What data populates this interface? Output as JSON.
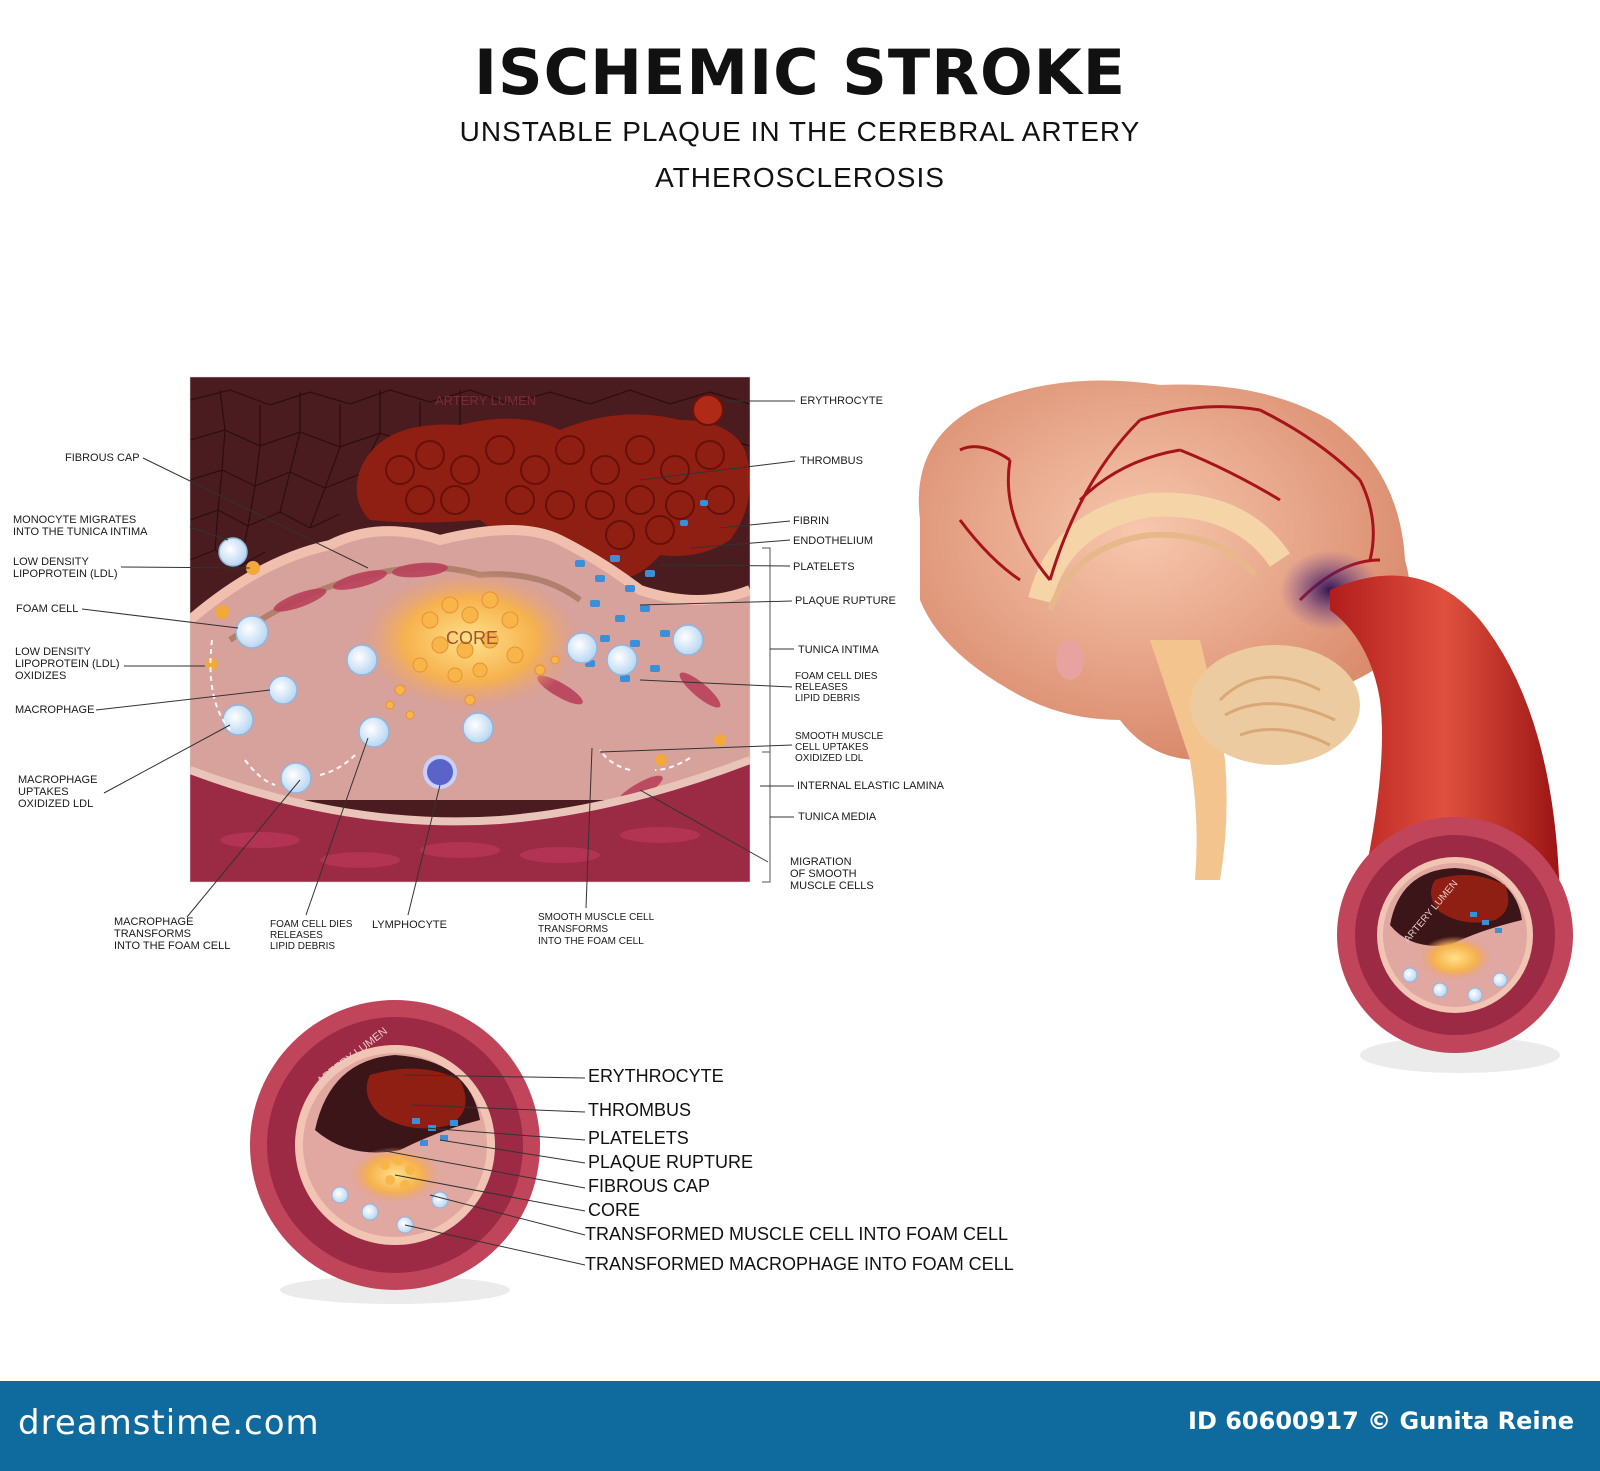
{
  "header": {
    "title": "ISCHEMIC STROKE",
    "subtitle_1": "UNSTABLE PLAQUE IN THE CEREBRAL ARTERY",
    "subtitle_2": "ATHEROSCLEROSIS"
  },
  "main_diagram": {
    "artery_lumen": "ARTERY LUMEN",
    "core": "CORE",
    "left_labels": [
      "FIBROUS CAP",
      "MONOCYTE MIGRATES\nINTO THE TUNICA INTIMA",
      "LOW DENSITY\nLIPOPROTEIN (LDL)",
      "FOAM CELL",
      "LOW DENSITY\nLIPOPROTEIN (LDL)\nOXIDIZES",
      "MACROPHAGE",
      "MACROPHAGE\nUPTAKES\nOXIDIZED LDL"
    ],
    "right_labels": [
      "ERYTHROCYTE",
      "THROMBUS",
      "FIBRIN",
      "ENDOTHELIUM",
      "PLATELETS",
      "PLAQUE RUPTURE",
      "TUNICA INTIMA",
      "FOAM CELL DIES\nRELEASES\nLIPID DEBRIS",
      "SMOOTH MUSCLE\nCELL UPTAKES\nOXIDIZED LDL",
      "INTERNAL ELASTIC LAMINA",
      "TUNICA MEDIA",
      "MIGRATION\nOF SMOOTH\nMUSCLE CELLS"
    ],
    "bottom_labels": [
      "MACROPHAGE\nTRANSFORMS\nINTO THE FOAM CELL",
      "FOAM CELL DIES\nRELEASES\nLIPID DEBRIS",
      "LYMPHOCYTE",
      "SMOOTH MUSCLE CELL\nTRANSFORMS\nINTO THE FOAM CELL"
    ]
  },
  "cross_section": {
    "artery_lumen": "ARTERY LUMEN",
    "labels": [
      "ERYTHROCYTE",
      "THROMBUS",
      "PLATELETS",
      "PLAQUE RUPTURE",
      "FIBROUS CAP",
      "CORE",
      "TRANSFORMED MUSCLE CELL INTO FOAM CELL",
      "TRANSFORMED MACROPHAGE INTO FOAM CELL"
    ]
  },
  "vessel_inset": {
    "artery_lumen": "ARTERY LUMEN"
  },
  "footer": {
    "brand": "dreamstime.com",
    "credit": "ID 60600917 © Gunita Reine"
  },
  "colors": {
    "footer_bg": "#0f6a9e",
    "blood_red": "#8f1f12",
    "vessel_wall": "#c0455a",
    "plaque_core": "#f3b04a",
    "platelet_blue": "#3b8fd9"
  }
}
